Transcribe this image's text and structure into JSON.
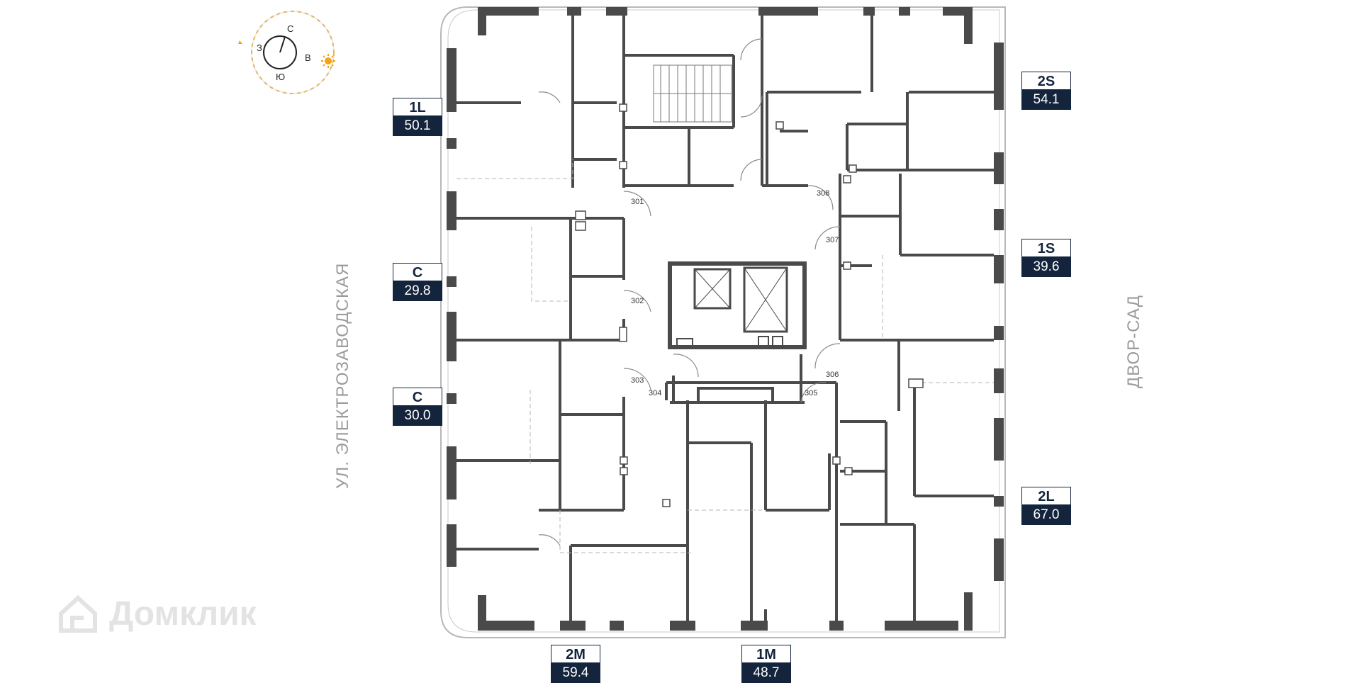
{
  "units": [
    {
      "type": "1L",
      "area": "50.1"
    },
    {
      "type": "2S",
      "area": "54.1"
    },
    {
      "type": "C",
      "area": "29.8"
    },
    {
      "type": "1S",
      "area": "39.6"
    },
    {
      "type": "C",
      "area": "30.0"
    },
    {
      "type": "2L",
      "area": "67.0"
    },
    {
      "type": "2M",
      "area": "59.4"
    },
    {
      "type": "1M",
      "area": "48.7"
    }
  ],
  "apartment_numbers": [
    "301",
    "302",
    "303",
    "304",
    "305",
    "306",
    "307",
    "308"
  ],
  "compass": {
    "n": "С",
    "w": "З",
    "e": "В",
    "s": "Ю",
    "sun_icon": "sun-icon"
  },
  "streets": {
    "left": "УЛ. ЭЛЕКТРОЗАВОДСКАЯ",
    "right": "ДВОР-САД"
  },
  "watermark": "Домклик",
  "colors": {
    "wall": "#4a4a4a",
    "label_bg": "#14243d",
    "street_text": "#9b9b9b",
    "sun": "#f3a21c"
  }
}
